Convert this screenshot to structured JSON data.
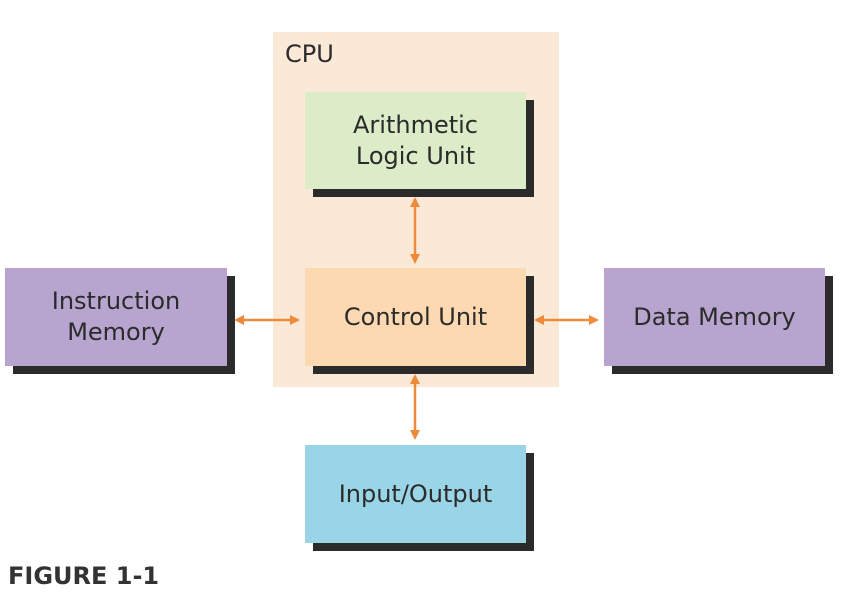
{
  "colors": {
    "cpu_region": "#fbe9d8",
    "alu": "#dcebc8",
    "control_unit": "#fdd9b2",
    "memory": "#b7a5cf",
    "io": "#99d5e6",
    "arrow": "#ee8a3c",
    "shadow": "#2b2b2b"
  },
  "cpu": {
    "label": "CPU"
  },
  "alu": {
    "line1": "Arithmetic",
    "line2": "Logic Unit"
  },
  "control_unit": {
    "label": "Control Unit"
  },
  "instruction_memory": {
    "line1": "Instruction",
    "line2": "Memory"
  },
  "data_memory": {
    "label": "Data Memory"
  },
  "io": {
    "label": "Input/Output"
  },
  "caption": "FIGURE 1-1",
  "connections": [
    {
      "from": "alu",
      "to": "control_unit",
      "direction": "bidirectional"
    },
    {
      "from": "instruction_memory",
      "to": "control_unit",
      "direction": "bidirectional"
    },
    {
      "from": "control_unit",
      "to": "data_memory",
      "direction": "bidirectional"
    },
    {
      "from": "control_unit",
      "to": "io",
      "direction": "bidirectional"
    }
  ]
}
